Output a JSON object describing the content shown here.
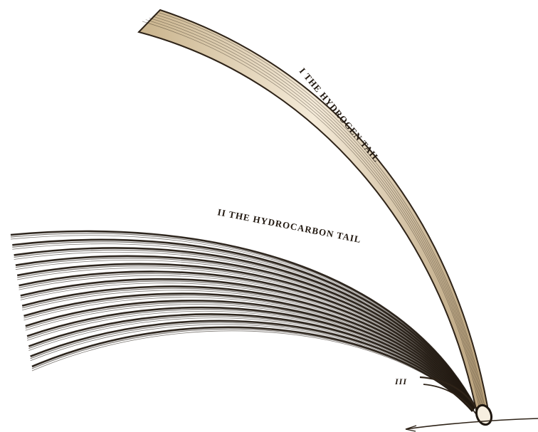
{
  "labels": {
    "tail_one": "I THE HYDROGEN TAIL",
    "tail_two": "II THE HYDROCARBON TAIL",
    "tail_three": "III"
  },
  "colors": {
    "ink": "#231a12",
    "tail_fill": "#d9c7a8",
    "paper": "#ffffff"
  }
}
